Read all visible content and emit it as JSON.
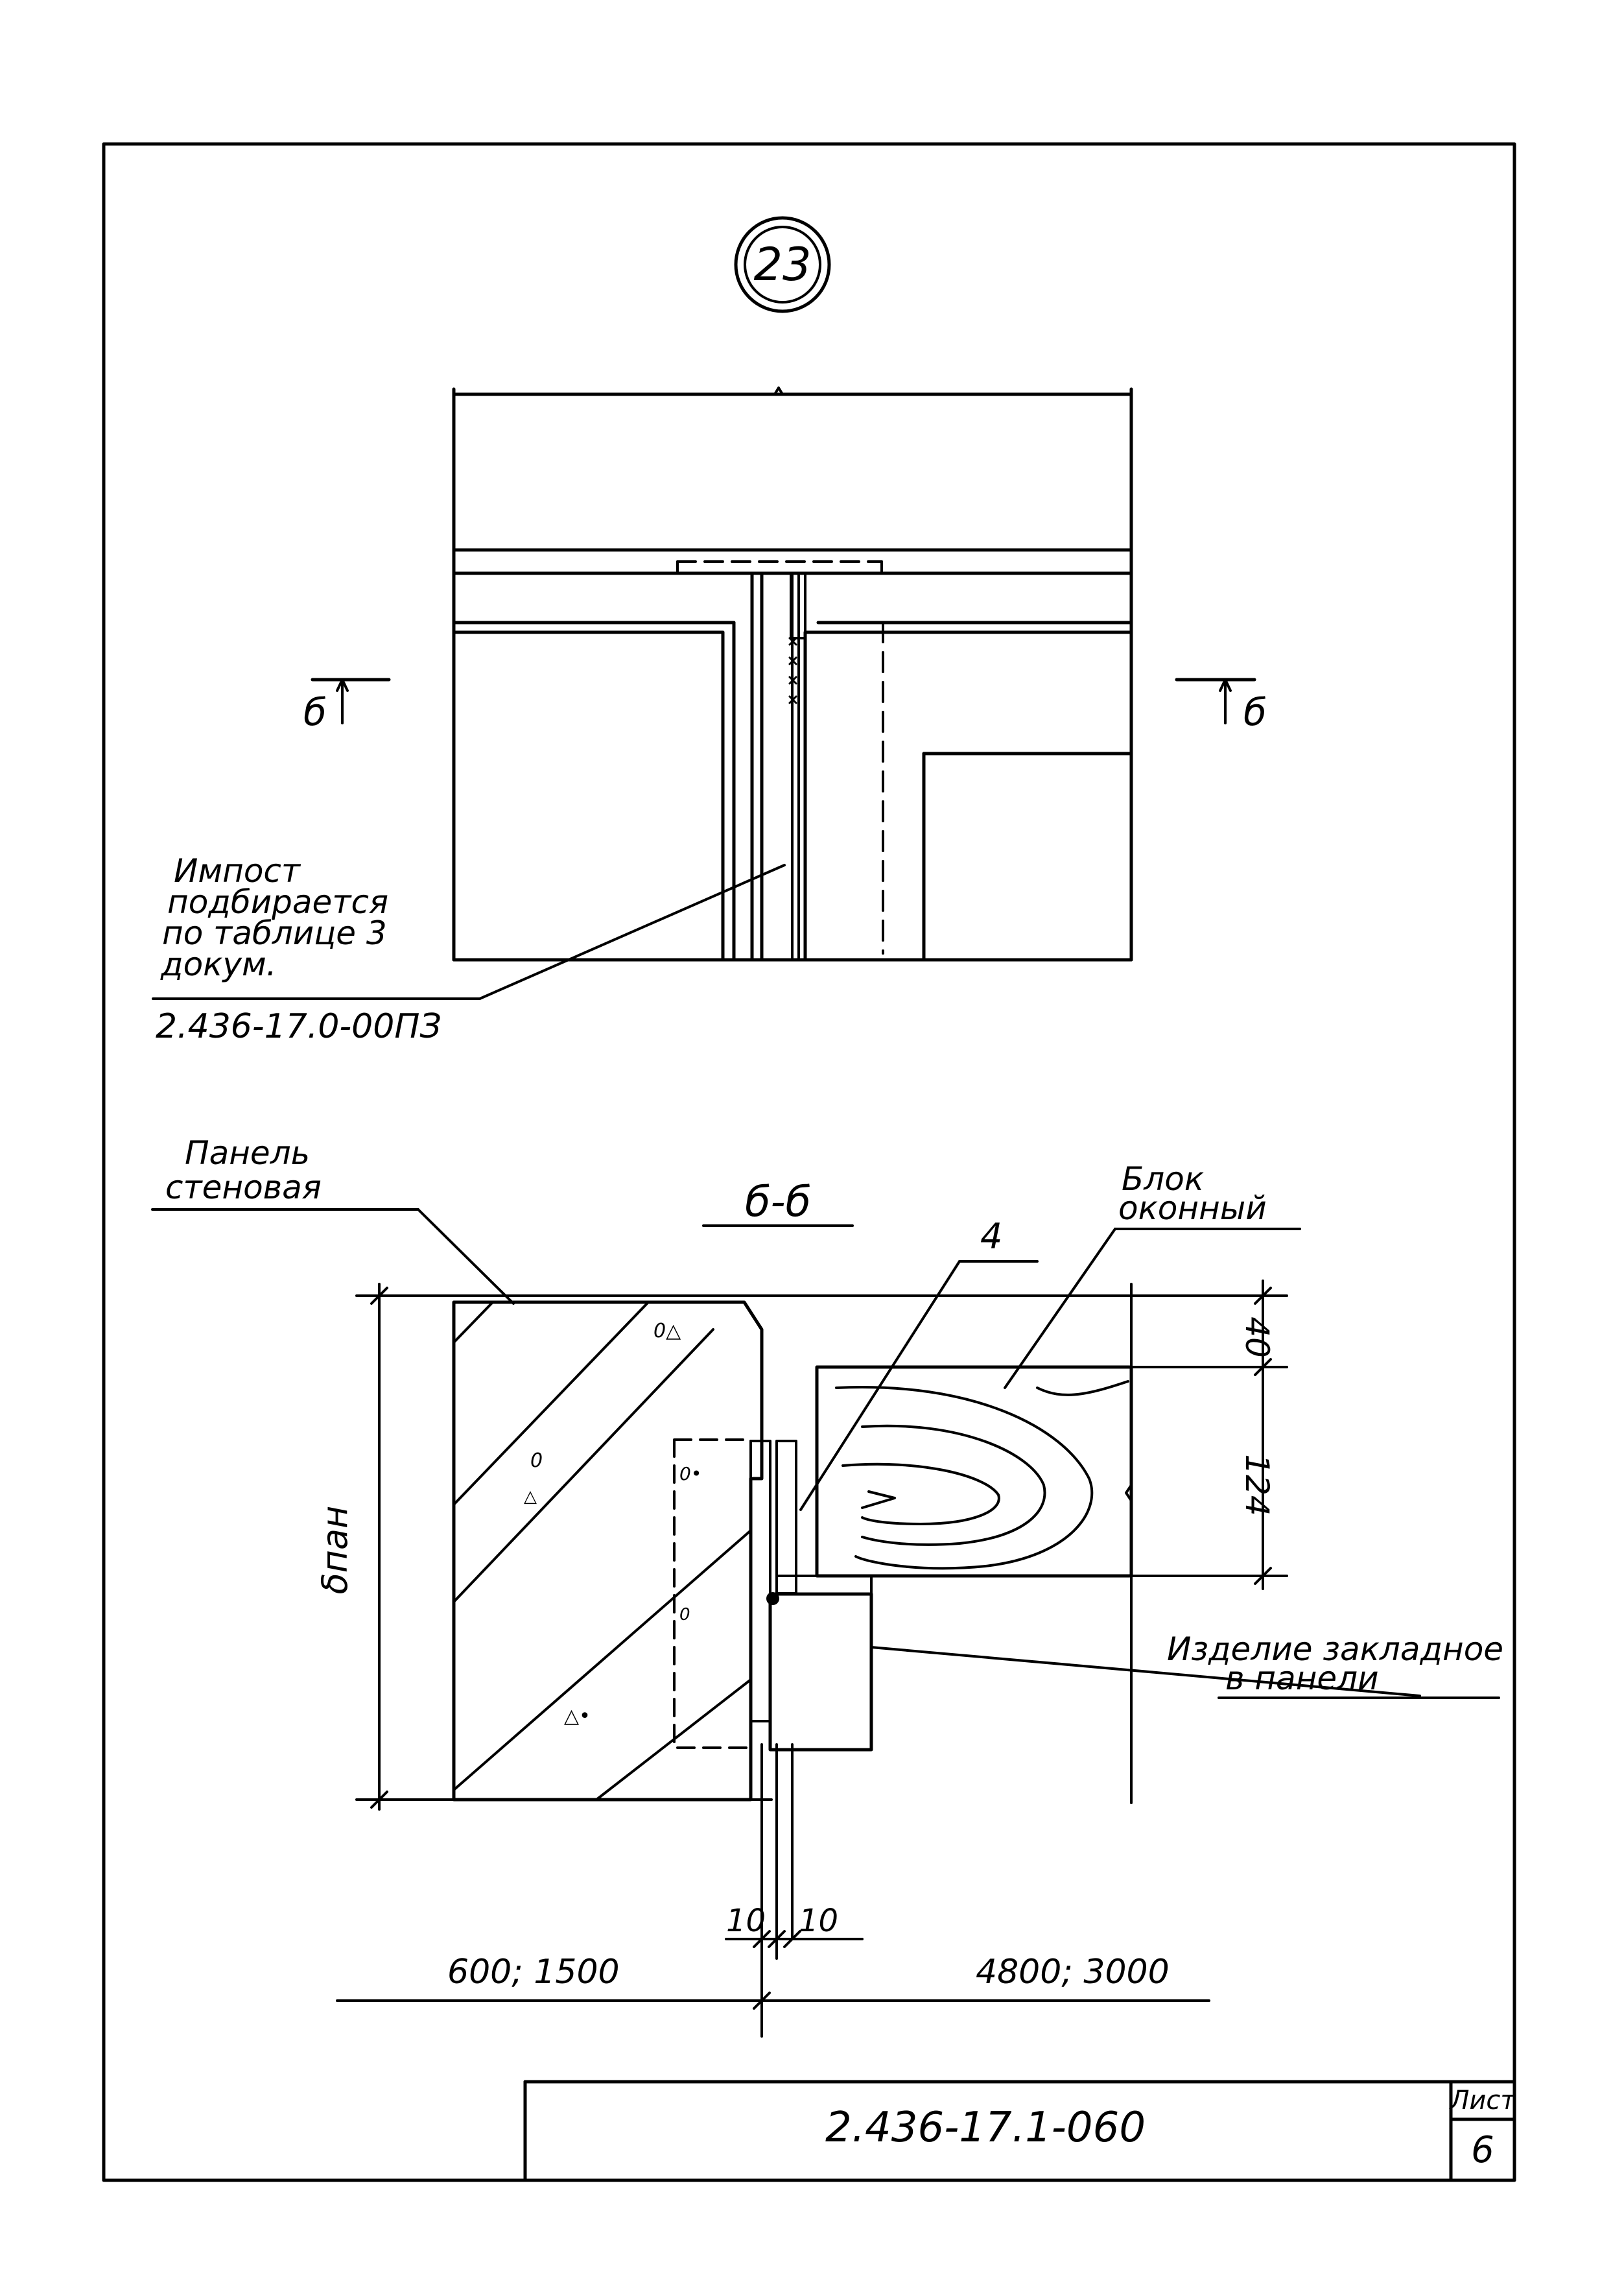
{
  "detail_marker": "23",
  "section_marks": {
    "left": "б",
    "right": "б"
  },
  "callouts": {
    "impost": {
      "line1": "Импост",
      "line2": "подбирается",
      "line3": "по таблице 3",
      "line4": "докум.",
      "ref": "2.436-17.0-00ПЗ"
    },
    "panel": {
      "line1": "Панель",
      "line2": "стеновая"
    },
    "block": {
      "line1": "Блок",
      "line2": "оконный"
    },
    "embed": {
      "line1": "Изделие закладное",
      "line2": "в панели"
    },
    "item": "4"
  },
  "section_title": "б-б",
  "dimensions": {
    "d_top": "40",
    "d_block": "124",
    "d_left_vertical": "δпан",
    "d_gap_left": "10",
    "d_gap_right": "10",
    "span_left": "600; 1500",
    "span_right": "4800; 3000"
  },
  "title_block": {
    "doc_code": "2.436-17.1-060",
    "sheet_label": "Лист",
    "sheet_number": "6"
  }
}
